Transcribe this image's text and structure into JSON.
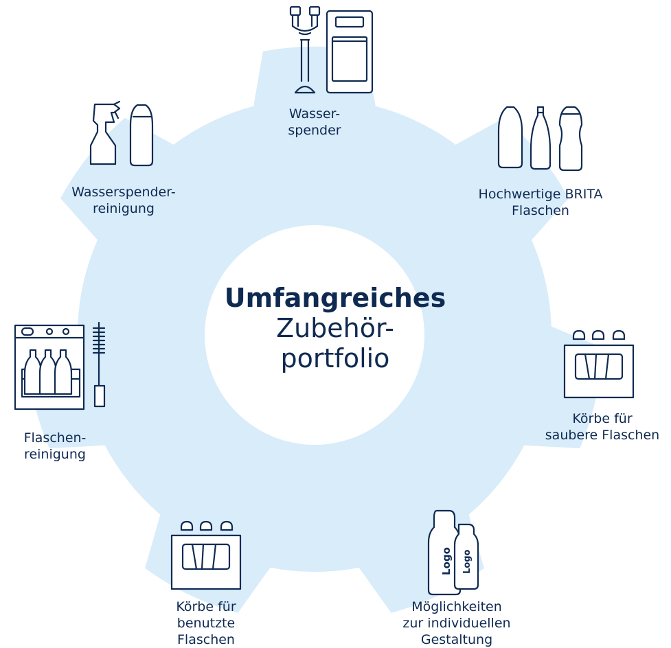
{
  "colors": {
    "gear": "#d8ecfa",
    "hub": "#ffffff",
    "ink": "#0f2a52"
  },
  "center": {
    "line1": "Umfangreiches",
    "line2": "Zubehör-",
    "line3": "portfolio"
  },
  "items": [
    {
      "icon": "water-dispenser-icon",
      "lines": [
        "Wasser-",
        "spender"
      ]
    },
    {
      "icon": "bottles-icon",
      "lines": [
        "Hochwertige BRITA",
        "Flaschen"
      ]
    },
    {
      "icon": "crate-icon",
      "lines": [
        "Körbe für",
        "saubere Flaschen"
      ]
    },
    {
      "icon": "logo-bottles-icon",
      "lines": [
        "Möglichkeiten",
        "zur individuellen",
        "Gestaltung"
      ],
      "logo_text": "Logo"
    },
    {
      "icon": "crate-icon",
      "lines": [
        "Körbe für",
        "benutzte",
        "Flaschen"
      ]
    },
    {
      "icon": "dishwasher-brush-icon",
      "lines": [
        "Flaschen-",
        "reinigung"
      ]
    },
    {
      "icon": "spray-bottle-icon",
      "lines": [
        "Wasserspender-",
        "reinigung"
      ]
    }
  ]
}
